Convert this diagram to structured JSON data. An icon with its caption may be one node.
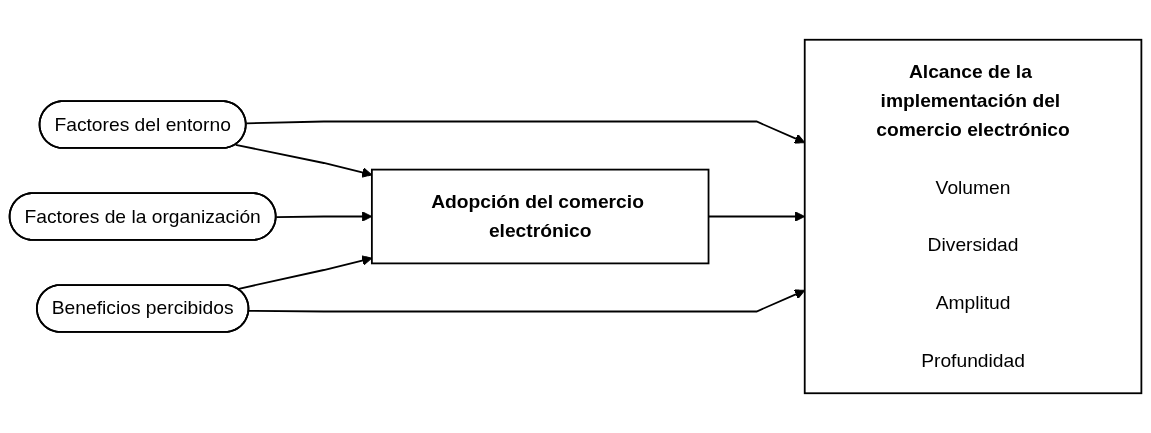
{
  "diagram": {
    "nodes": [
      {
        "text": [
          "Factores del entorno"
        ]
      },
      {
        "text": [
          "Factores de la organización"
        ]
      },
      {
        "text": [
          "Beneficios percibidos"
        ]
      },
      {
        "text": [
          "Adopción del comercio electrónico"
        ]
      },
      {
        "text": [
          "Alcance de la implementación del comercio electrónico",
          "Volumen",
          "Diversidad",
          "Amplitud",
          "Profundidad"
        ]
      }
    ],
    "edges": [
      {
        "from": 0,
        "to": 4,
        "arrow": "to"
      },
      {
        "from": 0,
        "to": 3,
        "arrow": "to"
      },
      {
        "from": 1,
        "to": 3,
        "arrow": "to"
      },
      {
        "from": 2,
        "to": 3,
        "arrow": "to"
      },
      {
        "from": 3,
        "to": 4,
        "arrow": "to"
      },
      {
        "from": 2,
        "to": 4,
        "arrow": "to"
      }
    ]
  }
}
